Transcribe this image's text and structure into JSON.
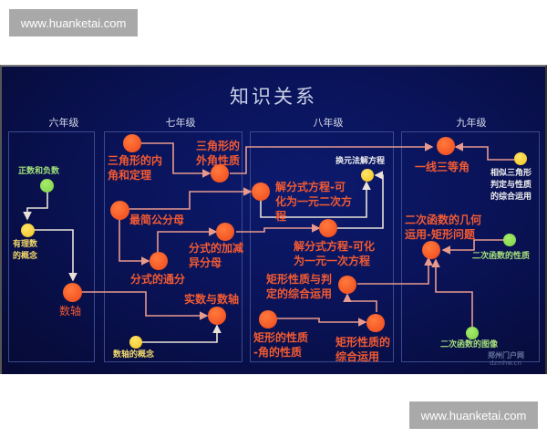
{
  "watermarks": {
    "top": "www.huanketai.com",
    "bottom": "www.huanketai.com"
  },
  "diagram": {
    "title": "知识关系",
    "grades": [
      "六年级",
      "七年级",
      "八年级",
      "九年级"
    ],
    "colors": {
      "background": "#0a1358",
      "node_red": "#f0461a",
      "node_yellow": "#f2c21c",
      "node_green": "#7ed148",
      "line": "#e89a8e",
      "border": "#3b4a8e"
    },
    "nodes": {
      "zhengshu": "正数和负数",
      "youlishu": "有理数\n的概念",
      "shuzhou": "数轴",
      "sanjiao_nei": "三角形的内\n角和定理",
      "sanjiao_wai": "三角形的\n外角性质",
      "zuijian": "最简公分母",
      "tongfen": "分式的通分",
      "jiajian": "分式的加减\n异分母",
      "shishu": "实数与数轴",
      "shuzhou_gainian": "数轴的概念",
      "fangcheng_2": "解分式方程-可\n化为一元二次方\n程",
      "huanyuan": "换元法解方程",
      "fangcheng_1": "解分式方程-可化\n为一元一次方程",
      "juxing_pan": "矩形性质与判\n定的综合运用",
      "juxing_jiao": "矩形的性质\n-角的性质",
      "juxing_zonghe": "矩形性质的\n综合运用",
      "yixian": "一线三等角",
      "xiangsi": "相似三角形\n判定与性质\n的综合运用",
      "erci_jihe": "二次函数的几何\n运用-矩形问题",
      "erci_xingzhi": "二次函数的性质",
      "erci_tuxiang": "二次函数的图像"
    },
    "logo_text": "郑州门户网",
    "logo_sub": "dzmhw.cn"
  }
}
